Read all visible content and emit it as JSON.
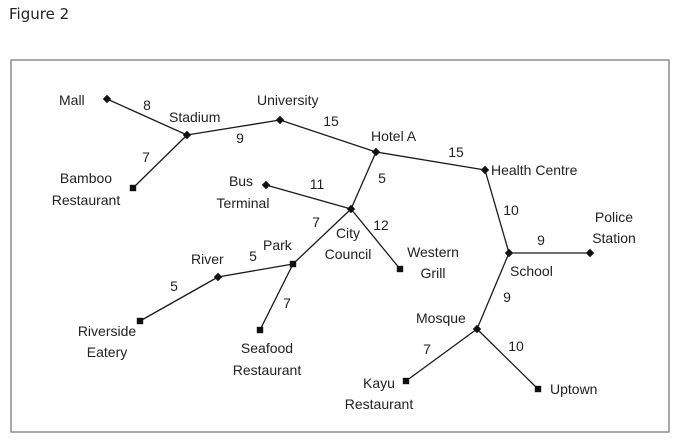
{
  "figure": {
    "title": "Figure 2"
  },
  "places": [
    {
      "id": "mall",
      "label": [
        "Mall"
      ]
    },
    {
      "id": "stadium",
      "label": [
        "Stadium"
      ]
    },
    {
      "id": "university",
      "label": [
        "University"
      ]
    },
    {
      "id": "hotel_a",
      "label": [
        "Hotel A"
      ]
    },
    {
      "id": "health_centre",
      "label": [
        "Health Centre"
      ]
    },
    {
      "id": "bamboo_restaurant",
      "label": [
        "Bamboo",
        "Restaurant"
      ]
    },
    {
      "id": "bus_terminal",
      "label": [
        "Bus",
        "Terminal"
      ]
    },
    {
      "id": "city_council",
      "label": [
        "City",
        "Council"
      ]
    },
    {
      "id": "western_grill",
      "label": [
        "Western",
        "Grill"
      ]
    },
    {
      "id": "park",
      "label": [
        "Park"
      ]
    },
    {
      "id": "river",
      "label": [
        "River"
      ]
    },
    {
      "id": "riverside_eatery",
      "label": [
        "Riverside",
        "Eatery"
      ]
    },
    {
      "id": "seafood_restaurant",
      "label": [
        "Seafood",
        "Restaurant"
      ]
    },
    {
      "id": "school",
      "label": [
        "School"
      ]
    },
    {
      "id": "police_station",
      "label": [
        "Police",
        "Station"
      ]
    },
    {
      "id": "mosque",
      "label": [
        "Mosque"
      ]
    },
    {
      "id": "kayu_restaurant",
      "label": [
        "Kayu",
        "Restaurant"
      ]
    },
    {
      "id": "uptown",
      "label": [
        "Uptown"
      ]
    }
  ],
  "roads": [
    {
      "from": "mall",
      "to": "stadium",
      "weight": "8"
    },
    {
      "from": "stadium",
      "to": "bamboo_restaurant",
      "weight": "7"
    },
    {
      "from": "stadium",
      "to": "university",
      "weight": "9"
    },
    {
      "from": "university",
      "to": "hotel_a",
      "weight": "15"
    },
    {
      "from": "hotel_a",
      "to": "health_centre",
      "weight": "15"
    },
    {
      "from": "hotel_a",
      "to": "city_council",
      "weight": "5"
    },
    {
      "from": "bus_terminal",
      "to": "city_council",
      "weight": "11"
    },
    {
      "from": "city_council",
      "to": "western_grill",
      "weight": "12"
    },
    {
      "from": "city_council",
      "to": "park",
      "weight": "7"
    },
    {
      "from": "park",
      "to": "river",
      "weight": "5"
    },
    {
      "from": "river",
      "to": "riverside_eatery",
      "weight": "5"
    },
    {
      "from": "park",
      "to": "seafood_restaurant",
      "weight": "7"
    },
    {
      "from": "health_centre",
      "to": "school",
      "weight": "10"
    },
    {
      "from": "school",
      "to": "police_station",
      "weight": "9"
    },
    {
      "from": "school",
      "to": "mosque",
      "weight": "9"
    },
    {
      "from": "mosque",
      "to": "kayu_restaurant",
      "weight": "7"
    },
    {
      "from": "mosque",
      "to": "uptown",
      "weight": "10"
    }
  ]
}
